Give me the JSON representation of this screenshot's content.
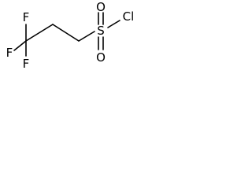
{
  "molecule": {
    "atoms": {
      "f_top": "F",
      "f_left": "F",
      "f_bottom": "F",
      "s": "S",
      "o_top": "O",
      "o_bottom": "O",
      "cl": "Cl"
    }
  }
}
